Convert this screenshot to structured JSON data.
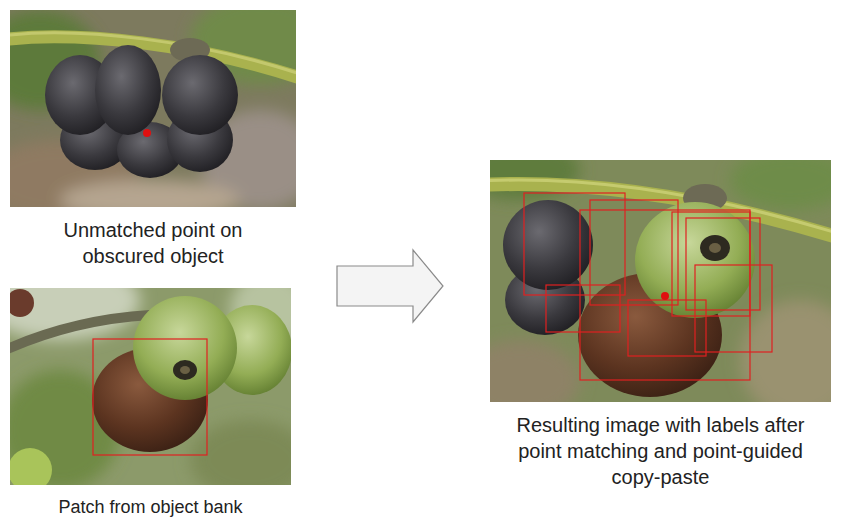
{
  "diagram": {
    "nodes": [
      {
        "text": [
          "Unmatched point on obscured object"
        ]
      },
      {
        "text": [
          "Patch from object bank"
        ]
      },
      {
        "text": [
          "Resulting image with labels after point matching and point-guided copy-paste"
        ]
      }
    ]
  }
}
